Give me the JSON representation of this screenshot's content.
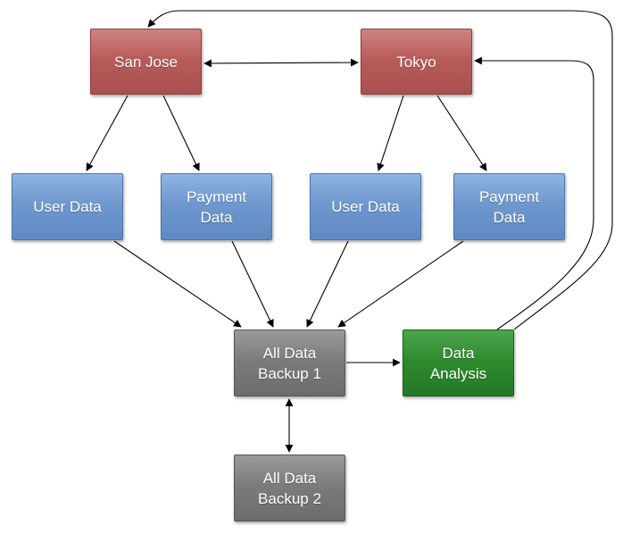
{
  "diagram": {
    "nodes": {
      "san_jose": {
        "label": "San Jose",
        "color": "#b85c5a"
      },
      "tokyo": {
        "label": "Tokyo",
        "color": "#b85c5a"
      },
      "user_data_1": {
        "label": "User Data",
        "color": "#6f98cf"
      },
      "payment_data_1": {
        "label": "Payment\nData",
        "color": "#6f98cf"
      },
      "user_data_2": {
        "label": "User Data",
        "color": "#6f98cf"
      },
      "payment_data_2": {
        "label": "Payment\nData",
        "color": "#6f98cf"
      },
      "backup_1": {
        "label": "All Data\nBackup 1",
        "color": "#7c7c7c"
      },
      "analysis": {
        "label": "Data\nAnalysis",
        "color": "#2f8a2f"
      },
      "backup_2": {
        "label": "All Data\nBackup 2",
        "color": "#7c7c7c"
      }
    },
    "edges": [
      {
        "from": "san_jose",
        "to": "tokyo",
        "direction": "both"
      },
      {
        "from": "san_jose",
        "to": "user_data_1",
        "direction": "forward"
      },
      {
        "from": "san_jose",
        "to": "payment_data_1",
        "direction": "forward"
      },
      {
        "from": "tokyo",
        "to": "user_data_2",
        "direction": "forward"
      },
      {
        "from": "tokyo",
        "to": "payment_data_2",
        "direction": "forward"
      },
      {
        "from": "user_data_1",
        "to": "backup_1",
        "direction": "forward"
      },
      {
        "from": "payment_data_1",
        "to": "backup_1",
        "direction": "forward"
      },
      {
        "from": "user_data_2",
        "to": "backup_1",
        "direction": "forward"
      },
      {
        "from": "payment_data_2",
        "to": "backup_1",
        "direction": "forward"
      },
      {
        "from": "backup_1",
        "to": "analysis",
        "direction": "forward"
      },
      {
        "from": "backup_1",
        "to": "backup_2",
        "direction": "both"
      },
      {
        "from": "analysis",
        "to": "san_jose",
        "direction": "forward"
      },
      {
        "from": "analysis",
        "to": "tokyo",
        "direction": "forward"
      }
    ]
  }
}
